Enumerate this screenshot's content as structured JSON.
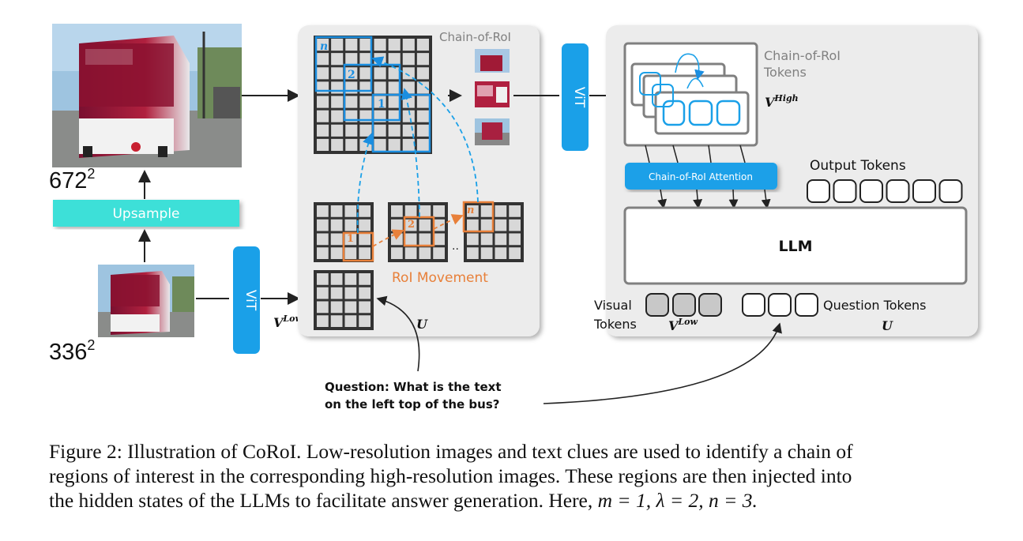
{
  "inputs": {
    "high_res_label": "672",
    "high_res_exp": "2",
    "low_res_label": "336",
    "low_res_exp": "2",
    "upsample": "Upsample"
  },
  "vit": {
    "label": "ViT"
  },
  "roi_panel": {
    "title": "Chain-of-RoI",
    "movement": "RoI Movement",
    "chain_markers": [
      "n",
      "2",
      "1"
    ],
    "low_markers": [
      "1",
      "2",
      "n"
    ],
    "ellipsis": "..",
    "v_low": "V",
    "v_low_sup": "Low",
    "u": "U"
  },
  "llm_panel": {
    "tokens_title_1": "Chain-of-RoI",
    "tokens_title_2": "Tokens",
    "v_high": "V",
    "v_high_sup": "High",
    "attention": "Chain-of-RoI Attention",
    "output_tokens": "Output Tokens",
    "llm": "LLM",
    "visual_tokens_1": "Visual",
    "visual_tokens_2": "Tokens",
    "v_low": "V",
    "v_low_sup": "Low",
    "question_tokens": "Question Tokens",
    "u": "U"
  },
  "question": {
    "line1": "Question: What is the text",
    "line2": "on the left top of the bus?"
  },
  "caption": {
    "line1": "Figure 2: Illustration of CoRoI. Low-resolution images and text clues are used to identify a chain of",
    "line2": "regions of interest in the corresponding high-resolution images. These regions are then injected into",
    "line3_prefix": "the hidden states of the LLMs to facilitate answer generation. Here,",
    "line3_math": "m = 1, λ = 2, n = 3."
  },
  "colors": {
    "vit_blue": "#1aa0e8",
    "upsample_teal": "#3ee0d8",
    "roi_blue": "#1b8ee0",
    "roi_orange": "#e8803a",
    "panel_gray": "#ececec",
    "cell_gray": "#d8d8d8",
    "grid_dark": "#333333"
  }
}
